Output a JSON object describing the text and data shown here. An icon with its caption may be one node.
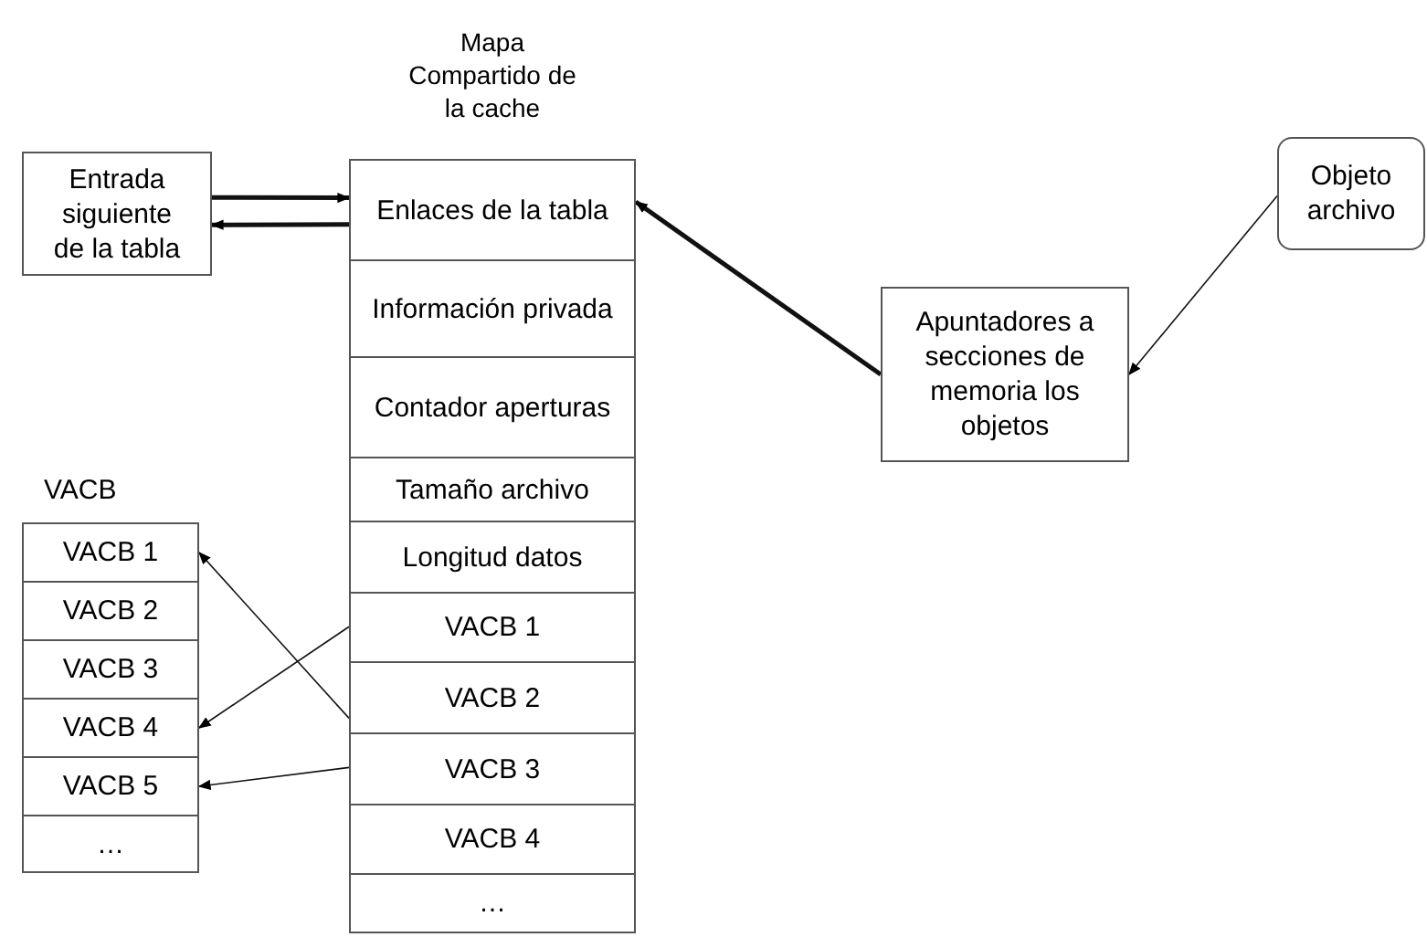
{
  "diagram": {
    "nodes": [
      {
        "text": [
          "Mapa Compartido de la cache"
        ]
      },
      {
        "text": [
          "Enlaces de la tabla"
        ],
        "in": 0
      },
      {
        "text": [
          "Información privada"
        ],
        "in": 0
      },
      {
        "text": [
          "Contador aperturas"
        ],
        "in": 0
      },
      {
        "text": [
          "Tamaño archivo"
        ],
        "in": 0
      },
      {
        "text": [
          "Longitud datos"
        ],
        "in": 0
      },
      {
        "text": [
          "VACB 1"
        ],
        "in": 0
      },
      {
        "text": [
          "VACB 2"
        ],
        "in": 0
      },
      {
        "text": [
          "VACB 3"
        ],
        "in": 0
      },
      {
        "text": [
          "VACB 4"
        ],
        "in": 0
      },
      {
        "text": [
          "…"
        ],
        "in": 0
      },
      {
        "text": [
          "Entrada siguiente de la tabla"
        ]
      },
      {
        "text": [
          "VACB"
        ]
      },
      {
        "text": [
          "VACB 1"
        ],
        "in": 12
      },
      {
        "text": [
          "VACB 2"
        ],
        "in": 12
      },
      {
        "text": [
          "VACB 3"
        ],
        "in": 12
      },
      {
        "text": [
          "VACB 4"
        ],
        "in": 12
      },
      {
        "text": [
          "VACB 5"
        ],
        "in": 12
      },
      {
        "text": [
          "…"
        ],
        "in": 12
      },
      {
        "text": [
          "Apuntadores a secciones de memoria los objetos"
        ]
      },
      {
        "text": [
          "Objeto archivo"
        ]
      }
    ],
    "edges": [
      {
        "from": 11,
        "to": 1,
        "arrow": "to",
        "style": "thick"
      },
      {
        "from": 1,
        "to": 11,
        "arrow": "to",
        "style": "thick"
      },
      {
        "from": 19,
        "to": 1,
        "arrow": "to",
        "style": "thick"
      },
      {
        "from": 20,
        "to": 19,
        "arrow": "to"
      },
      {
        "from": 7,
        "to": 13,
        "arrow": "to"
      },
      {
        "from": 6,
        "to": 16,
        "arrow": "to"
      },
      {
        "from": 8,
        "to": 17,
        "arrow": "to"
      }
    ]
  }
}
